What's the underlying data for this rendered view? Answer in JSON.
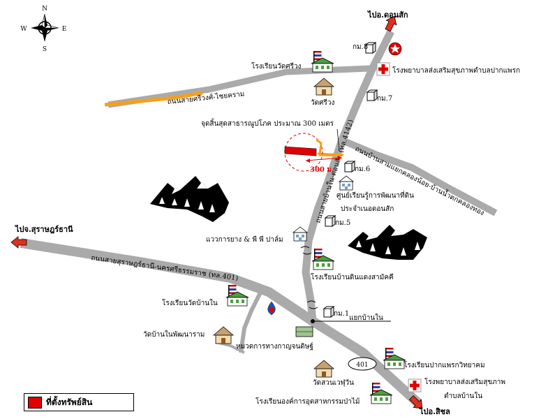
{
  "compass": {
    "n": "N",
    "s": "S",
    "e": "E",
    "w": "W"
  },
  "destinations": {
    "don_sak": "ไปอ.ดอนสัก",
    "surat": "ไปจ.สุราษฎร์ธานี",
    "sichon": "ไปอ.สิชล"
  },
  "roads": {
    "main_401": "ถนนสายสุราษฎร์ธานี-นครศรีธรรมราช (ทล.401)",
    "road_4142": "ถนนสายบ้านใน-ดอนสัก (ทล.4142)",
    "sriwong": "ถนนสายศรีวงศ์-ไชยคราม",
    "ban_sam": "ถนนบ้านสามแยกคลองน้อย-บ้านน้ำตกคลองทอง",
    "route_401_badge": "401"
  },
  "kilometers": {
    "km8": "กม.8",
    "km7": "กม.7",
    "km6": "กม.6",
    "km5": "กม.5",
    "km1": "กม.1"
  },
  "places": {
    "school_wat_sriwong": "โรงเรียนวัดศรีวง",
    "wat_sriwong": "วัดศรีวง",
    "hospital_pak_phraek": "โรงพยาบาลส่งเสริมสุขภาพตำบลปากแพรก",
    "utility_end": "จุดสิ้นสุดสาธารณูปโภค ประมาณ 300 เมตร",
    "distance": "300 ม.",
    "land_center_1": "ศูนย์เรียนรู้การพัฒนาที่ดิน",
    "land_center_2": "ประจำเนอดอนสัก",
    "rubber": "แววการยาง & พี พี ปาล์ม",
    "school_ban_din_daeng": "โรงเรียนบ้านดินแดงสามัคคี",
    "school_wat_ban_nai": "โรงเรียนวัดบ้านใน",
    "ban_nai_junction": "แยกบ้านใน",
    "wat_ban_nai": "วัดบ้านในพัฒนาราม",
    "highway_unit": "หมวดการทางกาญจนดิษฐ์",
    "school_pak_phraek": "โรงเรียนปากแพรกวิทยาคม",
    "wat_suan": "วัดสวนเวฬุวัน",
    "hospital_ban_nai_1": "โรงพยาบาลส่งเสริมสุขภาพ",
    "hospital_ban_nai_2": "ตำบลบ้านใน",
    "school_forest": "โรงเรียนองค์การอุตสาหกรรมป่าไม้"
  },
  "legend": {
    "label": "ที่ตั้งทรัพย์สิน",
    "color": "#e00000"
  },
  "colors": {
    "road": "#aaaaaa",
    "secondary_road": "#f5a01a",
    "property": "#e00000",
    "arrow": "#e0301e"
  }
}
